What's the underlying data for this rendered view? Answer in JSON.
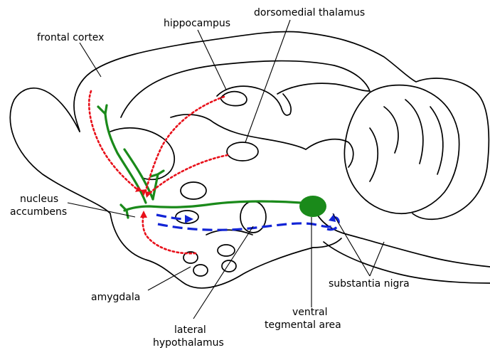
{
  "labels": {
    "frontal_cortex": "frontal cortex",
    "hippocampus": "hippocampus",
    "dorsomedial_thalamus": "dorsomedial thalamus",
    "nucleus_accumbens_line1": "nucleus",
    "nucleus_accumbens_line2": "accumbens",
    "amygdala": "amygdala",
    "lateral_hypothalamus_line1": "lateral",
    "lateral_hypothalamus_line2": "hypothalamus",
    "substantia_nigra": "substantia nigra",
    "vta_line1": "ventral",
    "vta_line2": "tegmental area"
  },
  "colors": {
    "dopamine_pathway": "#1a8a1a",
    "glutamate_inputs": "#e8101a",
    "gaba_outputs": "#1224d6",
    "outline": "#000000",
    "background": "#ffffff"
  }
}
